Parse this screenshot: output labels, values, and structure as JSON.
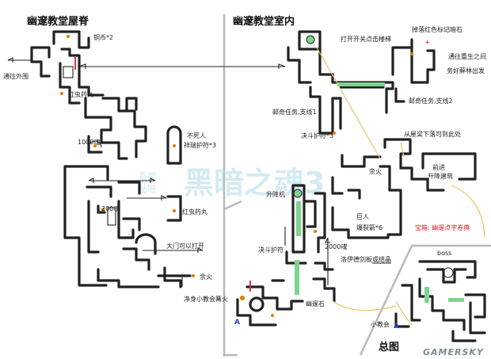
{
  "titles": {
    "roof": "幽邃教堂屋脊",
    "inside": "幽邃教堂室内",
    "overview": "总图"
  },
  "watermark": {
    "text": "黑暗之魂3",
    "sub1": "百度",
    "sub2": "贴吧"
  },
  "brand": "GAMERSKY",
  "labels": {
    "copper_coin": "铜币*2",
    "to_outer": "通往外围",
    "red_pill_1": "红虫药丸",
    "dist_1000": "1000魂",
    "undead": "不死人",
    "sacred_charm": "祥瑞护符*3",
    "red_pill_2": "红虫药丸",
    "dist_200": "200魂",
    "big_door": "大门可以打开",
    "bonfire_1": "余火",
    "purging_stone": "净身小教会篝火",
    "dist_2000": "2000魂",
    "corrupt_stone": "幽邃石",
    "lever": "打开开关点击楼梯",
    "fallen_key": "掉落红色标记暗石",
    "to_resurrection": "通往重生之间",
    "dont_open": "务好藓林出发",
    "odd_branch_1": "邮奇任务,支线1",
    "odd_branch_2": "邮奇任务,支线2",
    "from_roof": "从屋梁下落可到此处",
    "talisman_3": "决斗护符*3",
    "bonfire_2": "余火",
    "rest_area": "前进\n升降建筑",
    "rest_l1": "前进",
    "rest_l2": "升降建筑",
    "elevator": "升降机",
    "giant": "巨人",
    "ember_6": "爆裂箭*6",
    "treasure": "宝箱: 幽邃点字卷典",
    "duel_charm": "决斗护符",
    "pontiff_note": "洛伊德剑板或结晶",
    "boss": "boss",
    "small_church": "小教会"
  },
  "colors": {
    "route": "#7ed48e",
    "marker": "#e07b00",
    "path": "#e6c46a",
    "wall": "#222222"
  }
}
